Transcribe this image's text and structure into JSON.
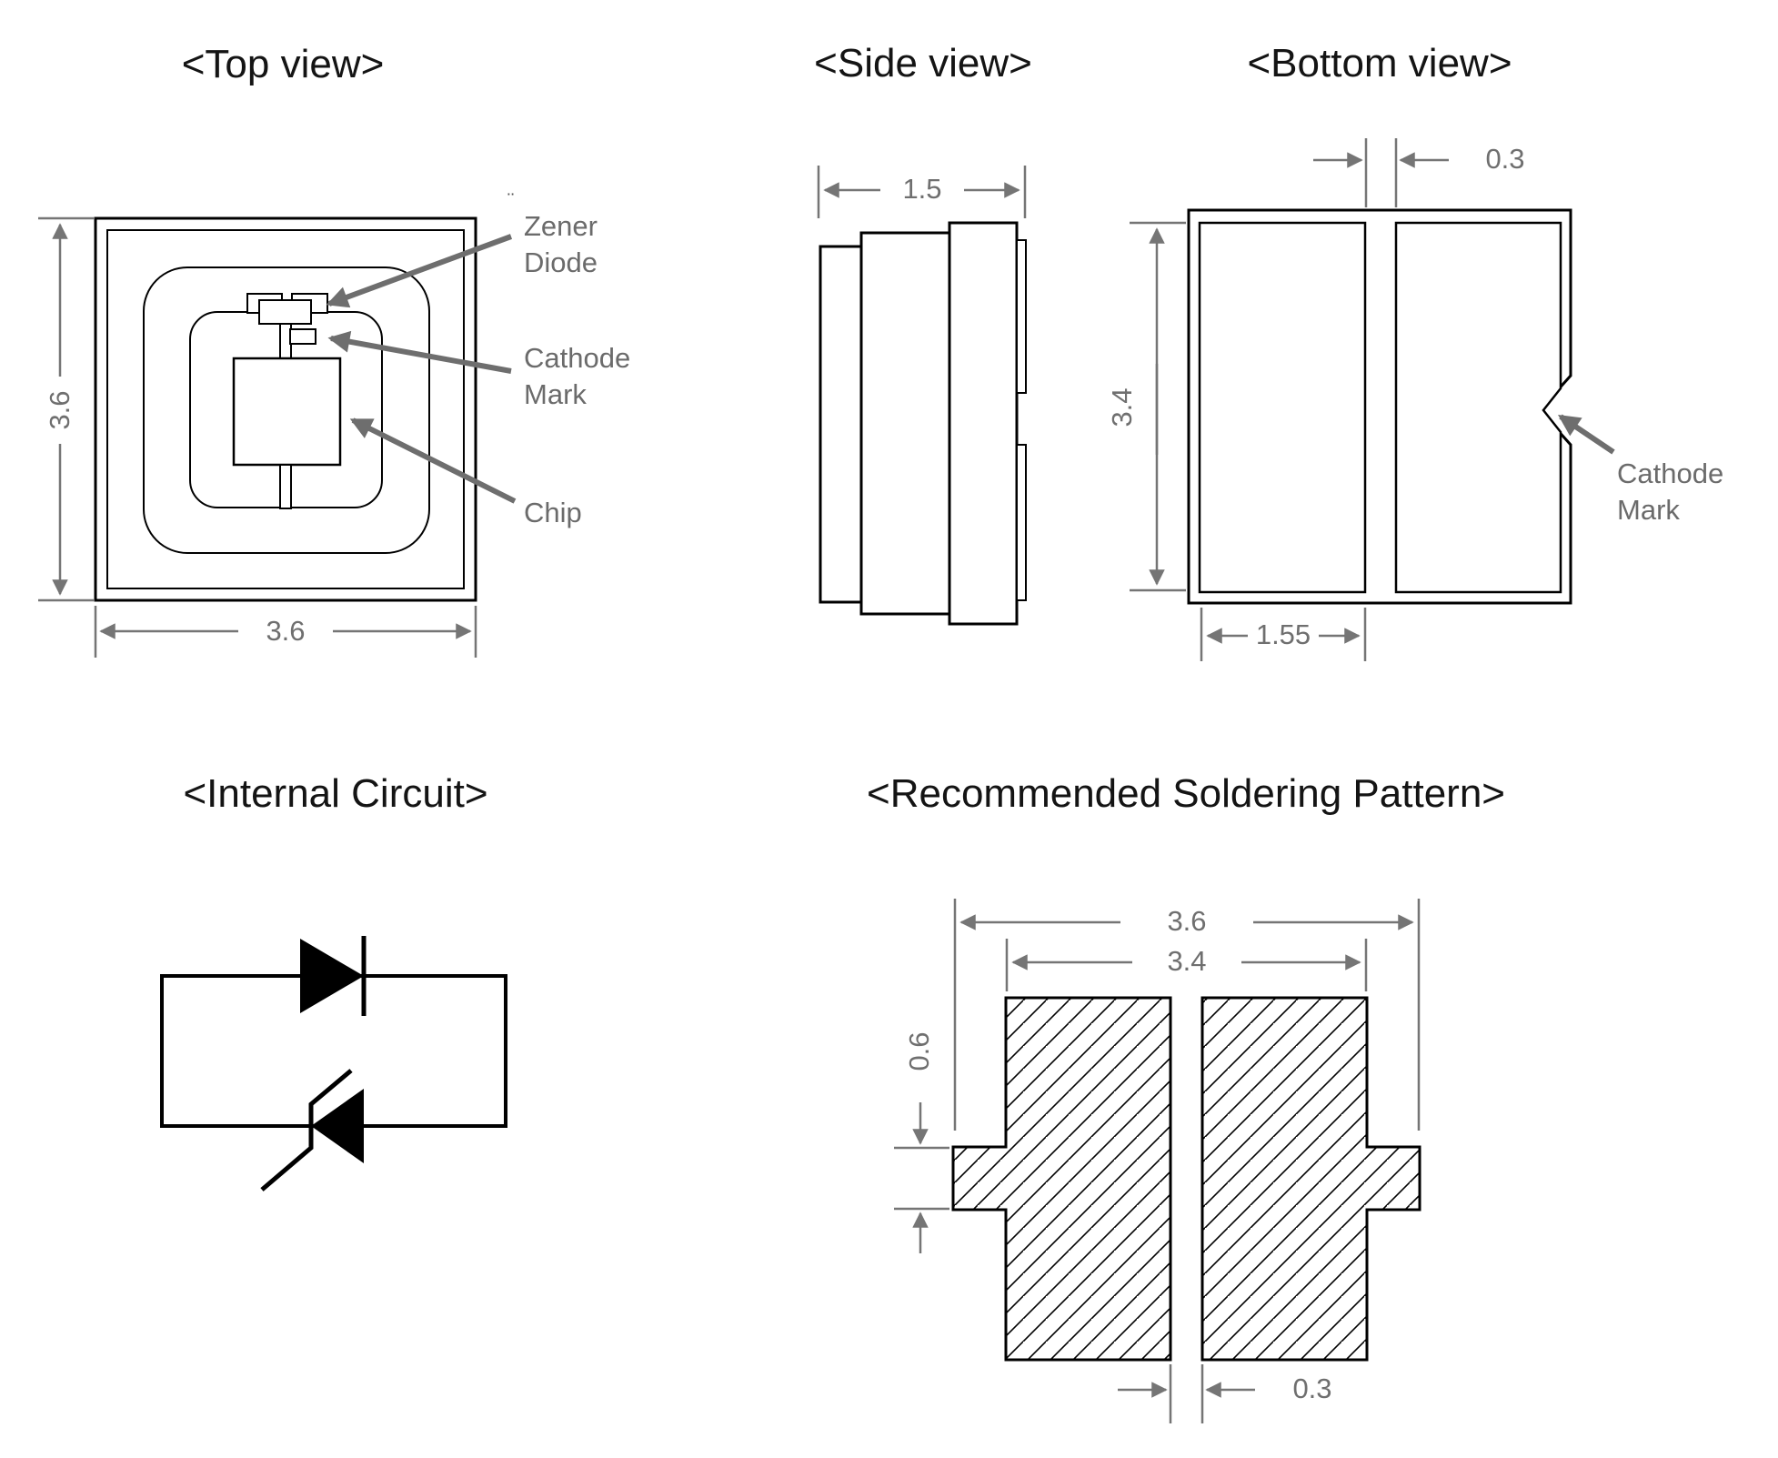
{
  "titles": {
    "top_view": "<Top view>",
    "side_view": "<Side view>",
    "bottom_view": "<Bottom view>",
    "internal_circuit": "<Internal Circuit>",
    "soldering_pattern": "<Recommended Soldering Pattern>"
  },
  "top_view": {
    "dim_height": "3.6",
    "dim_width": "3.6",
    "label_zener_1": "Zener",
    "label_zener_2": "Diode",
    "label_cathode_1": "Cathode",
    "label_cathode_2": "Mark",
    "label_chip": "Chip",
    "artifact_mark": "¨"
  },
  "side_view": {
    "dim_width": "1.5"
  },
  "bottom_view": {
    "dim_gap": "0.3",
    "dim_height": "3.4",
    "dim_pad_width": "1.55",
    "label_cathode_1": "Cathode",
    "label_cathode_2": "Mark"
  },
  "soldering_pattern": {
    "dim_outer_width": "3.6",
    "dim_inner_width": "3.4",
    "dim_tab_height": "0.6",
    "dim_gap": "0.3"
  },
  "colors": {
    "line": "#000000",
    "dim": "#757575",
    "label": "#6b6b6b",
    "title": "#141414"
  }
}
